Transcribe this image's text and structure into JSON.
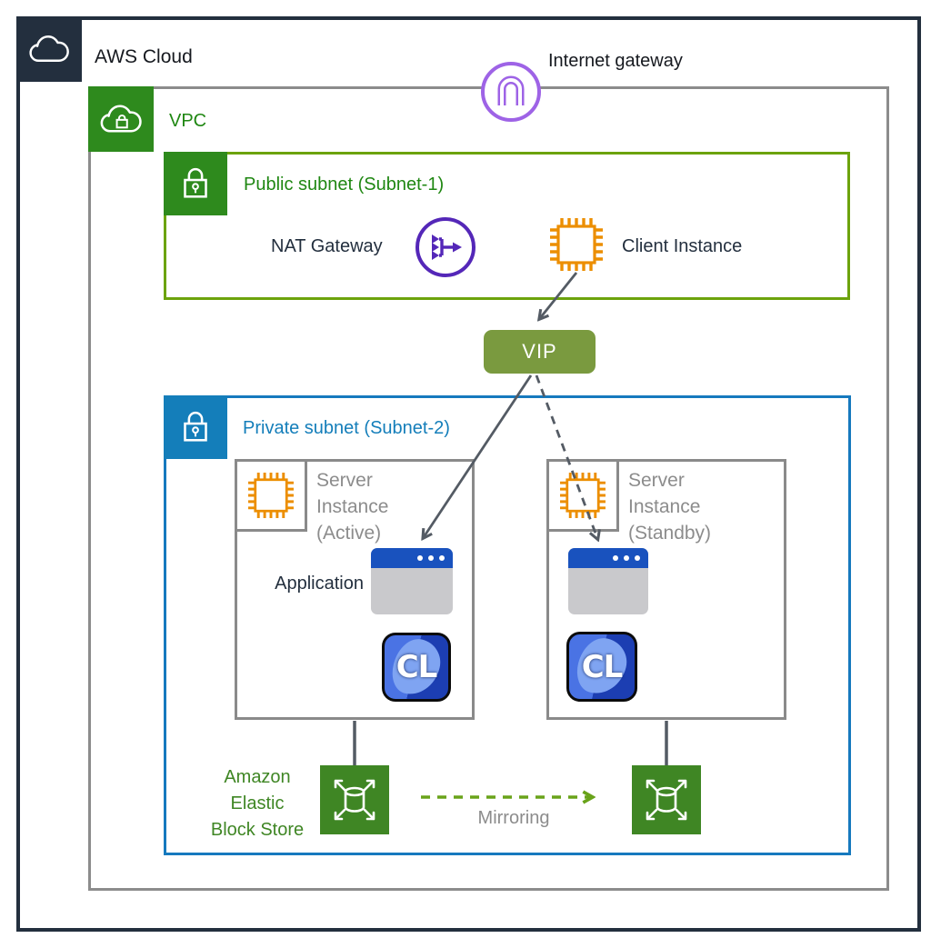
{
  "colors": {
    "aws_dark": "#232F3E",
    "vpc_border_gray": "#8C8C8C",
    "green_icon": "#2E8A1D",
    "public_subnet_border": "#6CA30D",
    "private_subnet_blue": "#147EBA",
    "ec2_orange": "#EC8E00",
    "igw_purple": "#9E63E6",
    "nat_purple": "#5427B8",
    "vip_olive": "#7A9A3F",
    "ebs_green": "#3F8624",
    "arrow_gray": "#545B64",
    "mirroring_green": "#69A31A",
    "window_bar_blue": "#1952BE",
    "cl_badge_blue": "#1C3EB2"
  },
  "diagram": {
    "aws_cloud_label": "AWS Cloud",
    "internet_gateway_label": "Internet gateway",
    "vpc_label": "VPC",
    "public_subnet": {
      "label": "Public subnet (Subnet-1)",
      "nat_gateway_label": "NAT Gateway",
      "client_instance_label": "Client Instance"
    },
    "vip_label": "VIP",
    "private_subnet": {
      "label": "Private subnet (Subnet-2)",
      "servers": [
        {
          "label_lines": [
            "Server",
            "Instance",
            "(Active)"
          ],
          "application_label": "Application",
          "cl_badge": "CL"
        },
        {
          "label_lines": [
            "Server",
            "Instance",
            "(Standby)"
          ],
          "cl_badge": "CL"
        }
      ],
      "ebs_label_lines": [
        "Amazon",
        "Elastic",
        "Block Store"
      ],
      "mirroring_label": "Mirroring"
    }
  }
}
